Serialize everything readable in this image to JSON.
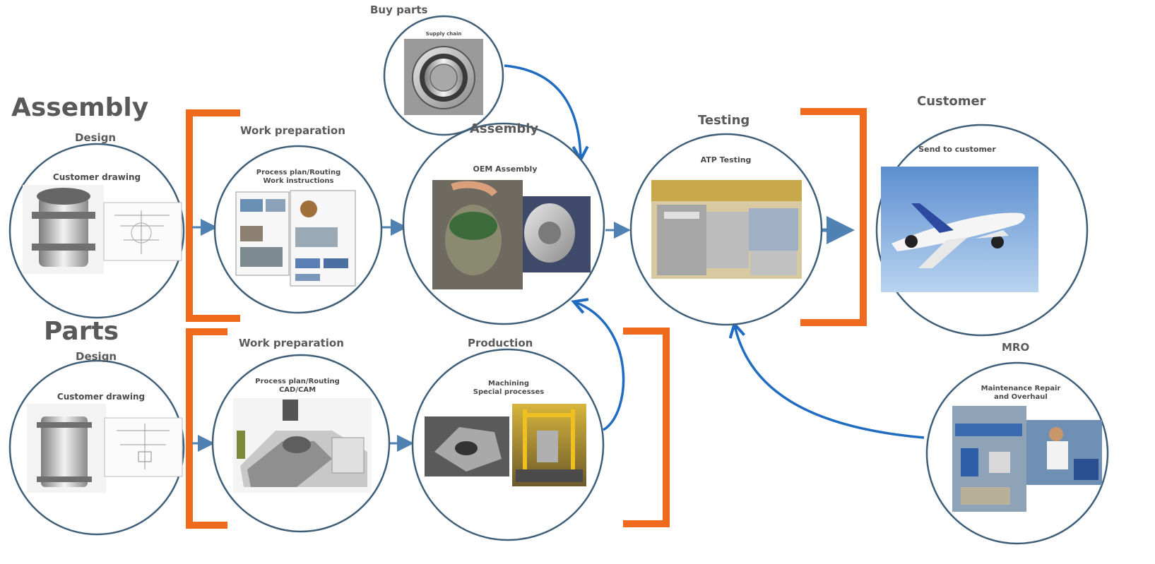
{
  "headings": {
    "assembly": "Assembly",
    "parts": "Parts"
  },
  "stages": {
    "buy_parts": {
      "title": "Buy parts",
      "label": "Supply chain"
    },
    "assembly_design": {
      "title": "Design",
      "label": "Customer drawing"
    },
    "assembly_work_prep": {
      "title": "Work preparation",
      "label": "Process plan/Routing\nWork instructions"
    },
    "assembly": {
      "title": "Assembly",
      "label": "OEM Assembly"
    },
    "testing": {
      "title": "Testing",
      "label": "ATP Testing"
    },
    "customer": {
      "title": "Customer",
      "label": "Send to customer"
    },
    "parts_design": {
      "title": "Design",
      "label": "Customer drawing"
    },
    "parts_work_prep": {
      "title": "Work preparation",
      "label": "Process plan/Routing\nCAD/CAM"
    },
    "production": {
      "title": "Production",
      "label": "Machining\nSpecial processes"
    },
    "mro": {
      "title": "MRO",
      "label": "Maintenance Repair\nand Overhaul"
    }
  },
  "colors": {
    "bracket": "#f06a1e",
    "circle": "#3f5f78",
    "arrow_straight": "#4f81b3",
    "arrow_curved": "#1f6cc0"
  }
}
